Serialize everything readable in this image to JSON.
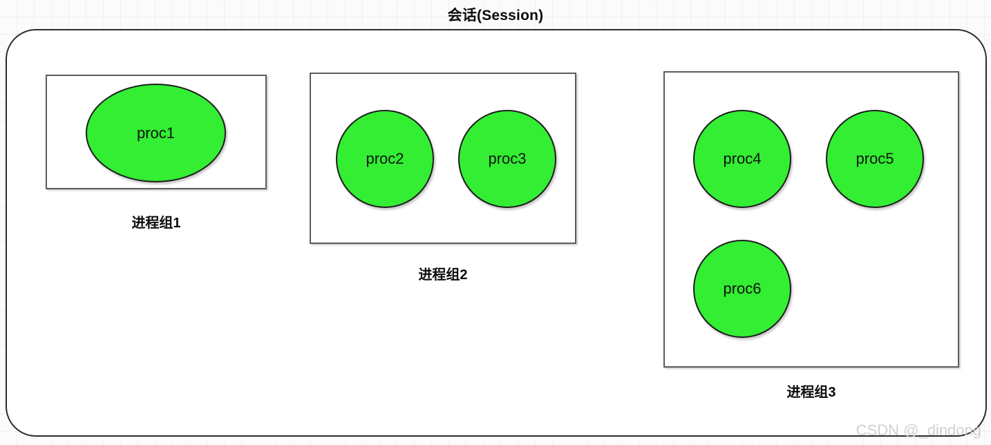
{
  "diagram": {
    "title": "会话(Session)",
    "watermark": "CSDN @_dindong",
    "colors": {
      "process_fill": "#33ee33",
      "process_stroke": "#1d1d1d",
      "group_stroke": "#5b5b5b",
      "session_stroke": "#2b2b2b",
      "background": "#fbfbfb",
      "grid_line": "#f0f0f0",
      "text": "#0b0b0b",
      "watermark": "#d0d0d0"
    },
    "groups": [
      {
        "label": "进程组1",
        "shape": "rectangle",
        "processes": [
          {
            "label": "proc1",
            "shape": "ellipse"
          }
        ]
      },
      {
        "label": "进程组2",
        "shape": "rectangle",
        "processes": [
          {
            "label": "proc2",
            "shape": "circle"
          },
          {
            "label": "proc3",
            "shape": "circle"
          }
        ]
      },
      {
        "label": "进程组3",
        "shape": "rectangle",
        "processes": [
          {
            "label": "proc4",
            "shape": "circle"
          },
          {
            "label": "proc5",
            "shape": "circle"
          },
          {
            "label": "proc6",
            "shape": "circle"
          }
        ]
      }
    ]
  }
}
